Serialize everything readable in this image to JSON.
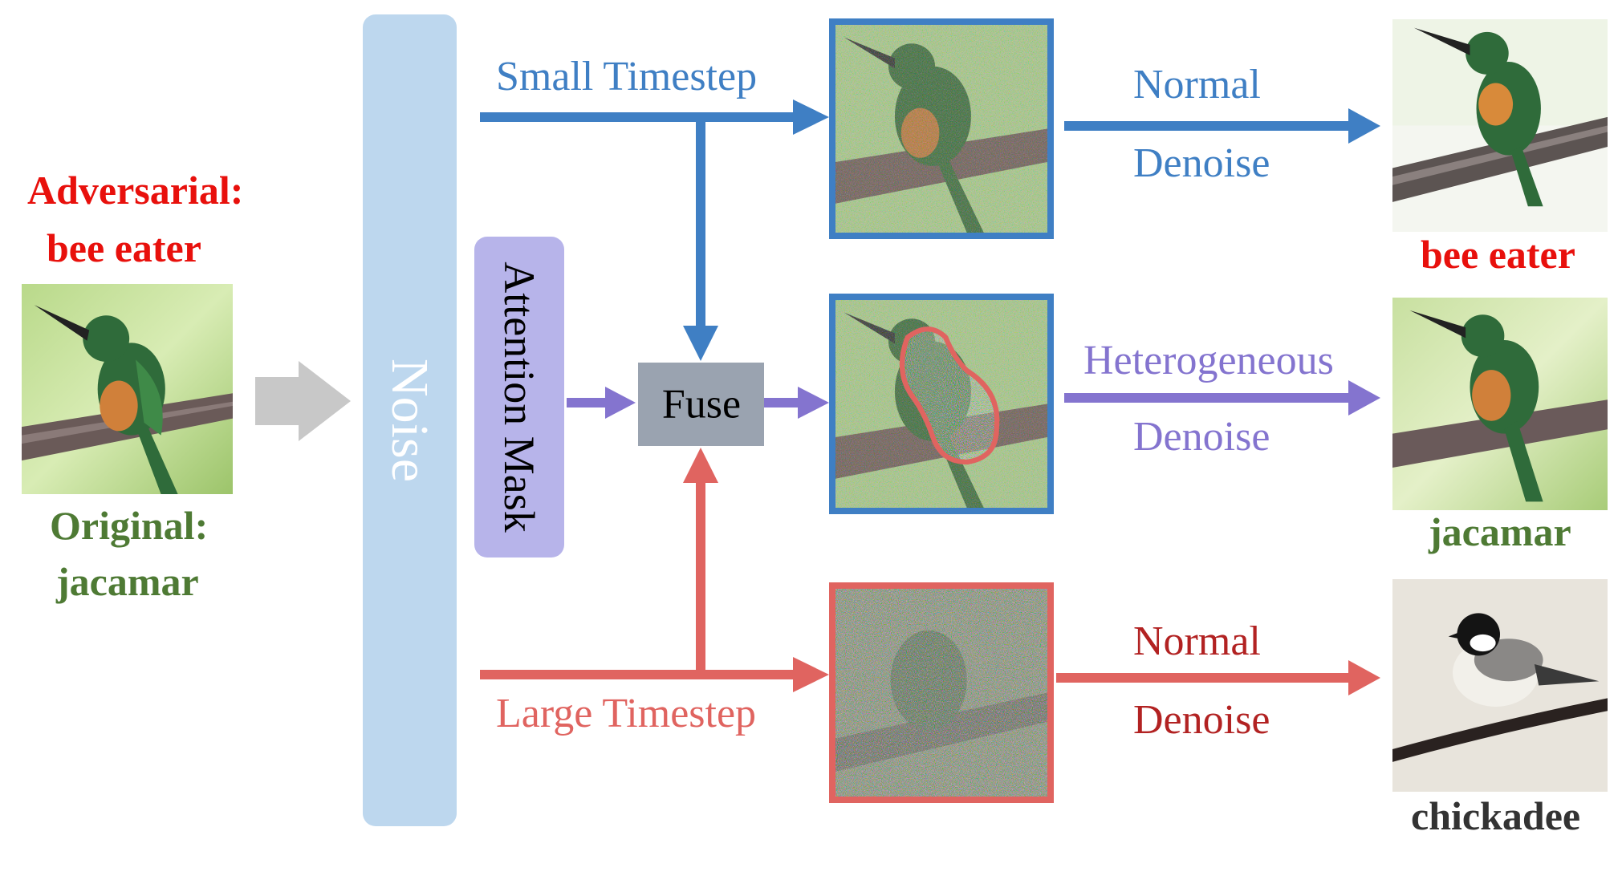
{
  "left": {
    "adv_label": "Adversarial:",
    "adv_class": "bee eater",
    "orig_label": "Original:",
    "orig_class": "jacamar"
  },
  "noise_label": "Noise",
  "attention_label": "Attention Mask",
  "fuse_label": "Fuse",
  "top_branch": {
    "timestep": "Small Timestep",
    "line1": "Normal",
    "line2": "Denoise",
    "result": "bee eater"
  },
  "mid_branch": {
    "line1": "Heterogeneous",
    "line2": "Denoise",
    "result": "jacamar"
  },
  "bottom_branch": {
    "timestep": "Large Timestep",
    "line1": "Normal",
    "line2": "Denoise",
    "result": "chickadee"
  },
  "colors": {
    "blue": "#3f7fc4",
    "purple": "#8474cf",
    "red": "#e06460",
    "dark_red": "#b22222",
    "bright_red": "#e8100c",
    "green": "#4e7a34",
    "gray_arrow": "#c8c8c8",
    "noise_bar": "#bdd7ee",
    "mask_box": "#b7b4ea",
    "fuse_box": "#9aa3b0",
    "dark_text": "#333333"
  },
  "icons": {
    "input_image": "jacamar-bird-photo",
    "noisy_small": "lightly-noised-bird-image",
    "noisy_mixed": "masked-noised-bird-image",
    "noisy_large": "heavily-noised-bird-image",
    "out_bee_eater": "bee-eater-bird-photo",
    "out_jacamar": "jacamar-bird-photo",
    "out_chickadee": "chickadee-bird-photo"
  }
}
